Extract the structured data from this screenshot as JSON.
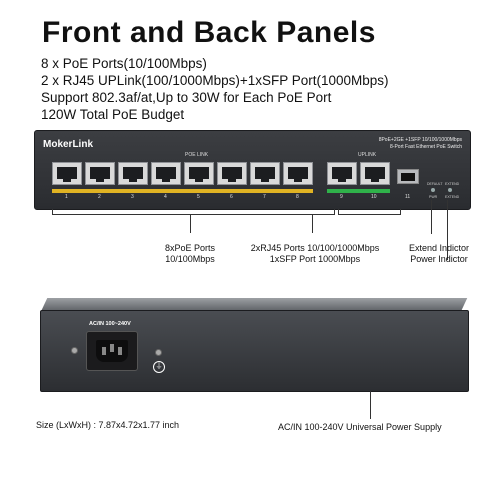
{
  "title": "Front  and Back Panels",
  "specs": [
    "8 x PoE Ports(10/100Mbps)",
    "2 x RJ45 UPLink(100/1000Mbps)+1xSFP Port(1000Mbps)",
    "Support 802.3af/at,Up to 30W for Each PoE Port",
    "120W Total PoE Budget"
  ],
  "front_panel": {
    "brand": "MokerLink",
    "poe_link_label": "POE LINK",
    "uplink_label": "UPLINK",
    "model_line1": "8PoE+2GE +1SFP 10/100/1000Mbps",
    "model_line2": "8-Port Fast Ethernet PoE Switch",
    "port_numbers": [
      "1",
      "2",
      "3",
      "4",
      "5",
      "6",
      "7",
      "8",
      "9",
      "10",
      "11"
    ],
    "led_labels": [
      "DEFAULT",
      "EXTEND",
      "PWR",
      "EXTEND"
    ]
  },
  "captions": {
    "poe_ports": "8xPoE Ports\n10/100Mbps",
    "uplink_ports": "2xRJ45 Ports 10/100/1000Mbps\n1xSFP Port 1000Mbps",
    "indicators": "Extend Indictor\nPower Indictor"
  },
  "back_panel": {
    "ac_label": "AC/IN 100~240V",
    "ground_symbol": "⏚"
  },
  "size_text": "Size (LxWxH) : 7.87x4.72x1.77 inch",
  "power_caption": "AC/IN 100-240V Universal Power Supply"
}
